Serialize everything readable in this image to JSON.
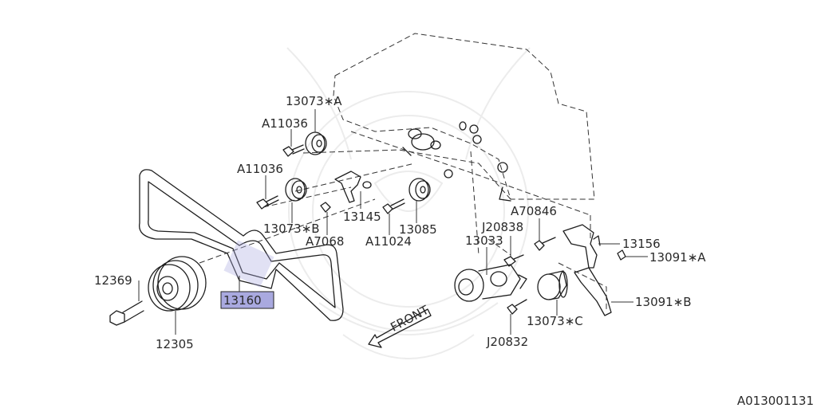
{
  "diagram": {
    "highlight_color": "#a9a9df",
    "front_label": "FRONT",
    "image_code": "A013001131",
    "parts": [
      {
        "id": "p13073a",
        "label": "13073∗A"
      },
      {
        "id": "p11036a",
        "label": "A11036"
      },
      {
        "id": "p11036b",
        "label": "A11036"
      },
      {
        "id": "p13073b",
        "label": "13073∗B"
      },
      {
        "id": "p13145",
        "label": "13145"
      },
      {
        "id": "p7068",
        "label": "A7068"
      },
      {
        "id": "p11024",
        "label": "A11024"
      },
      {
        "id": "p13085",
        "label": "13085"
      },
      {
        "id": "p70846",
        "label": "A70846"
      },
      {
        "id": "p20838",
        "label": "J20838"
      },
      {
        "id": "p13033",
        "label": "13033"
      },
      {
        "id": "p13156",
        "label": "13156"
      },
      {
        "id": "p13091a",
        "label": "13091∗A"
      },
      {
        "id": "p13091b",
        "label": "13091∗B"
      },
      {
        "id": "p13073c",
        "label": "13073∗C"
      },
      {
        "id": "p20832",
        "label": "J20832"
      },
      {
        "id": "p12369",
        "label": "12369"
      },
      {
        "id": "p12305",
        "label": "12305"
      },
      {
        "id": "p13160",
        "label": "13160"
      }
    ]
  }
}
